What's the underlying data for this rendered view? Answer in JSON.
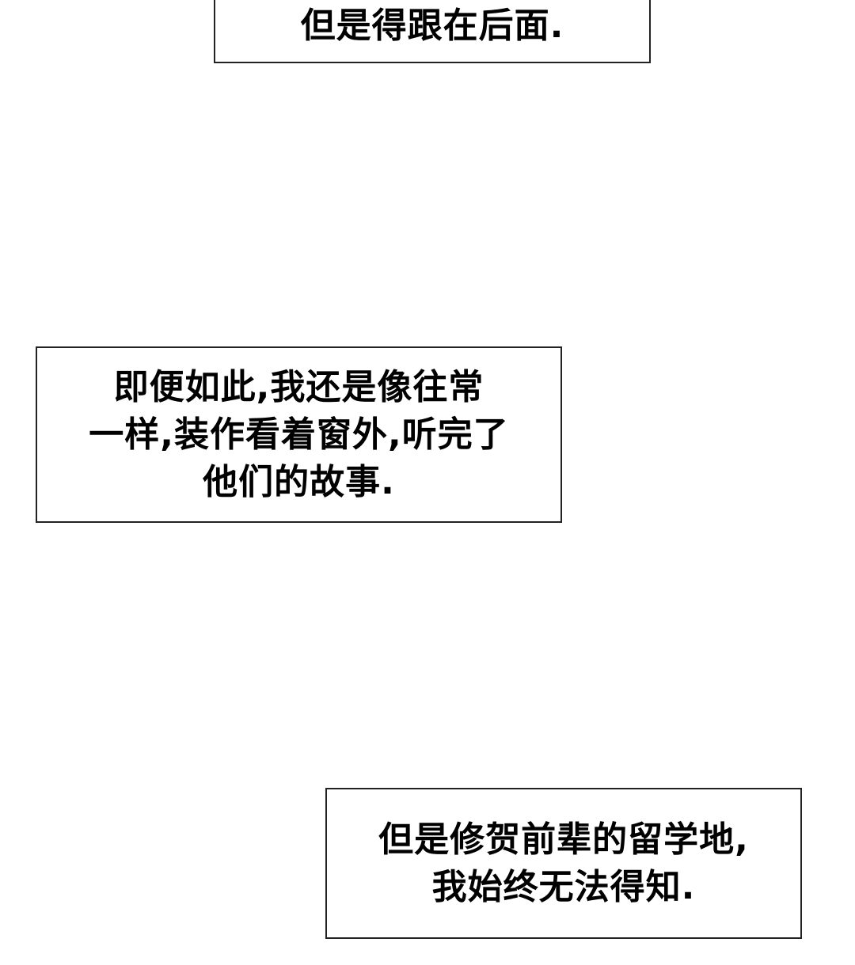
{
  "captions": [
    {
      "lines": [
        "但是得跟在后面."
      ]
    },
    {
      "lines": [
        "即便如此,我还是像往常",
        "一样,装作看着窗外,听完了",
        "他们的故事."
      ]
    },
    {
      "lines": [
        "但是修贺前辈的留学地,",
        "我始终无法得知."
      ]
    }
  ],
  "colors": {
    "background": "#ffffff",
    "border": "#222222",
    "text": "#000000"
  }
}
